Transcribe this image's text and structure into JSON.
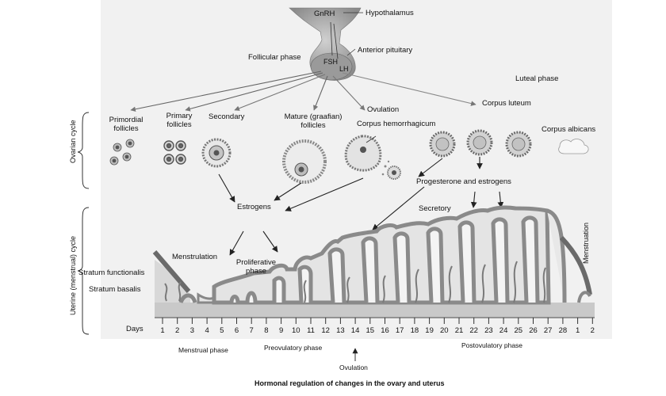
{
  "labels": {
    "gnrh": "GnRH",
    "hypothalamus": "Hypothalamus",
    "anterior_pituitary": "Anterior pituitary",
    "follicular_phase": "Follicular phase",
    "fsh": "FSH",
    "lh": "LH",
    "luteal_phase": "Luteal phase",
    "ovarian_cycle": "Ovarian cycle",
    "primordial_follicles": "Primordial follicles",
    "primary_follicles": "Primary follicles",
    "secondary": "Secondary",
    "mature_follicles": "Mature (graafian) follicles",
    "ovulation": "Ovulation",
    "corpus_luteum": "Corpus luteum",
    "corpus_hemorrhagicum": "Corpus hemorrhagicum",
    "corpus_albicans": "Corpus albicans",
    "progesterone_estrogens": "Progesterone and estrogens",
    "estrogens": "Estrogens",
    "secretory": "Secretory",
    "menstrulation": "Menstrulation",
    "proliferative_phase": "Proliferative phase",
    "menstruation": "Menstruation",
    "uterine_cycle": "Uterine (menstrual) cycle",
    "stratum_functionalis": "Stratum functionalis",
    "stratum_basalis": "Stratum basalis",
    "days": "Days",
    "menstrual_phase": "Menstrual phase",
    "preovulatory_phase": "Preovulatory phase",
    "postovulatory_phase": "Postovulatory phase",
    "ovulation_bottom": "Ovulation",
    "caption": "Hormonal regulation of changes in the ovary and uterus"
  },
  "days": [
    "1",
    "2",
    "3",
    "4",
    "5",
    "6",
    "7",
    "8",
    "9",
    "10",
    "11",
    "12",
    "13",
    "14",
    "15",
    "16",
    "17",
    "18",
    "19",
    "20",
    "21",
    "22",
    "23",
    "24",
    "25",
    "26",
    "27",
    "28",
    "1",
    "2"
  ],
  "colors": {
    "wall": "#8c8c8c",
    "basalis": "#c7c7c7",
    "text": "#111111",
    "arrow": "#333333"
  }
}
